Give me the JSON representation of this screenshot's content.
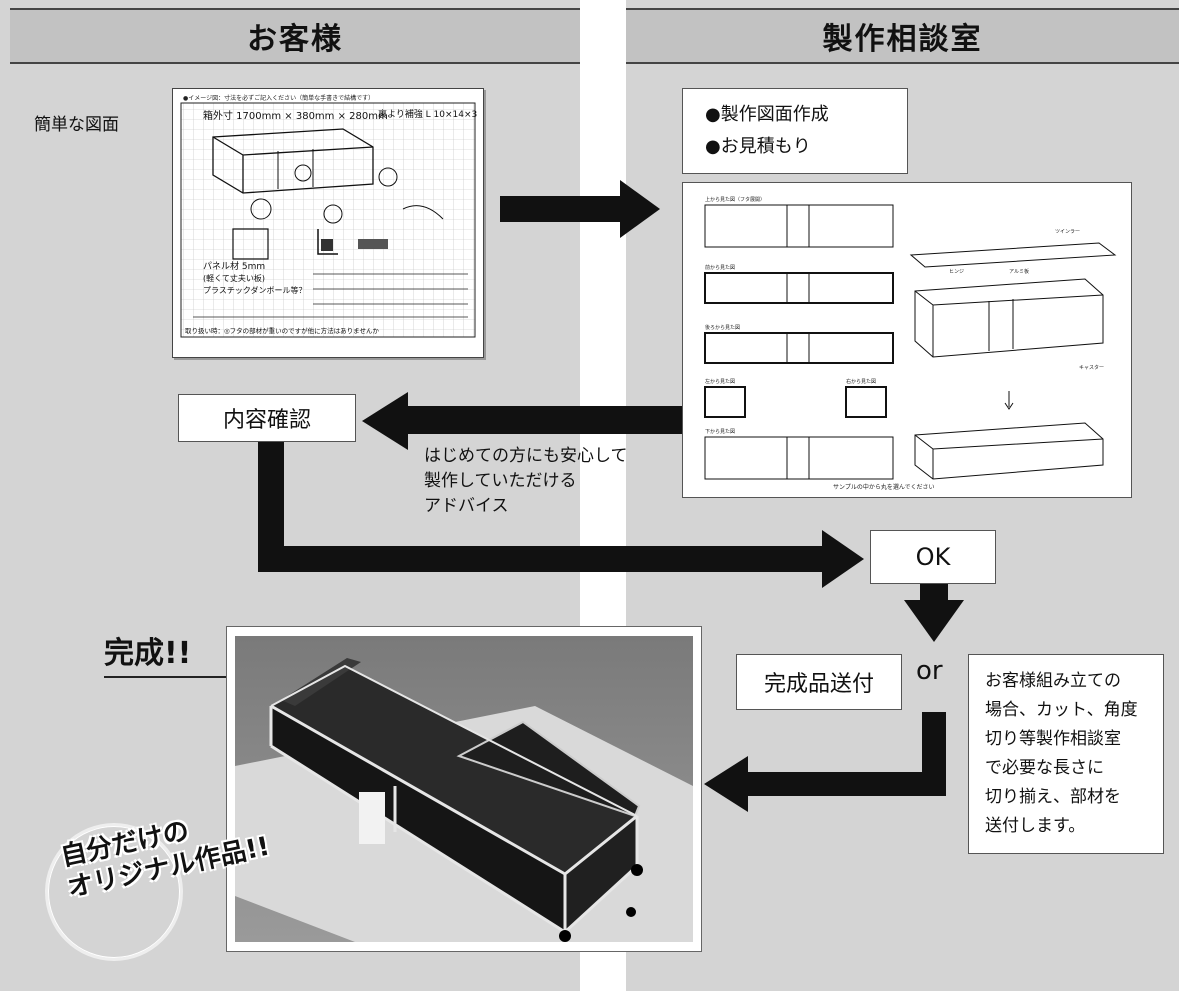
{
  "left_column": {
    "header": "お客様",
    "sketch_label": "簡単な図面"
  },
  "right_column": {
    "header": "製作相談室"
  },
  "services": {
    "item1": "●製作図面作成",
    "item2": "●お見積もり"
  },
  "confirm_box": "内容確認",
  "advice": {
    "line1": "はじめての方にも安心して",
    "line2": "製作していただける",
    "line3": "アドバイス"
  },
  "ok_box": "OK",
  "or_text": "or",
  "delivery_box": "完成品送付",
  "assembly_note": {
    "line1": "お客様組み立ての",
    "line2": "場合、カット、角度",
    "line3": "切り等製作相談室",
    "line4": "で必要な長さに",
    "line5": "切り揃え、部材を",
    "line6": "送付します。"
  },
  "completed_heading": "完成!!",
  "badge": {
    "line1": "自分だけの",
    "line2": "オリジナル作品!!"
  },
  "sketch": {
    "top_note": "●イメージ図：寸法を必ずご記入ください（簡単な手書きで結構です）",
    "dim": "箱外寸 1700mm × 380mm × 280mm",
    "corner": "裏より補強 L 10×14×3",
    "notes": [
      "パネル材 5mm",
      "(軽くて丈夫い板)",
      "プラスチックダンボール等？",
      "取り扱い時：◎フタの部材が重いのですが他に方法はありませんか"
    ]
  },
  "drawing": {
    "footer": "サンプルの中から丸を選んでください",
    "labels": [
      "上から見た図（フタ展開）",
      "前から見た図",
      "後ろから見た図",
      "左から見た図",
      "右から見た図",
      "下から見た図",
      "ツインラー",
      "アルミ板",
      "ヒンジ",
      "キャスター"
    ]
  }
}
